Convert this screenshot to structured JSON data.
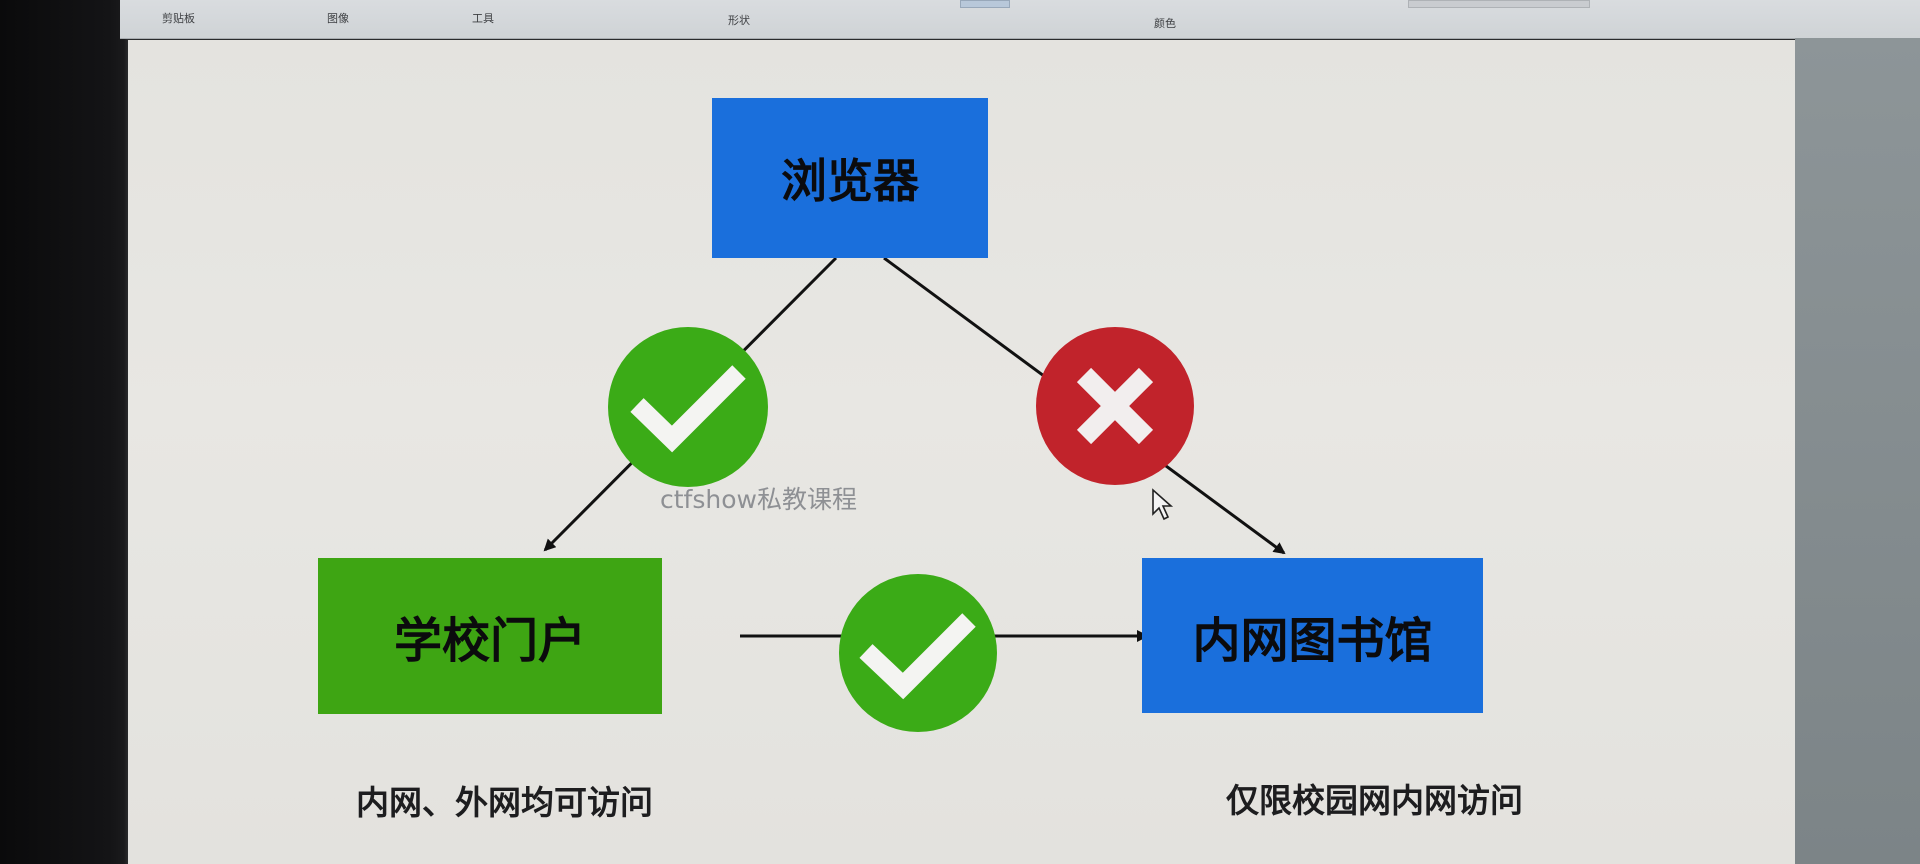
{
  "toolbar": {
    "groups": [
      "剪贴板",
      "图像",
      "工具",
      "形状",
      "颜色"
    ]
  },
  "diagram": {
    "nodes": {
      "browser": "浏览器",
      "portal": "学校门户",
      "library": "内网图书馆"
    },
    "edges": [
      {
        "from": "browser",
        "to": "portal",
        "status": "allowed",
        "icon": "check-icon"
      },
      {
        "from": "browser",
        "to": "library",
        "status": "blocked",
        "icon": "cross-icon"
      },
      {
        "from": "portal",
        "to": "library",
        "status": "allowed",
        "icon": "check-icon"
      }
    ],
    "captions": {
      "portal": "内网、外网均可访问",
      "library": "仅限校园网内网访问"
    },
    "watermark": "ctfshow私教课程"
  },
  "colors": {
    "node_blue": "#1a6fdc",
    "node_green": "#3ea513",
    "check_green": "#3bab17",
    "cross_red": "#c1232b"
  }
}
